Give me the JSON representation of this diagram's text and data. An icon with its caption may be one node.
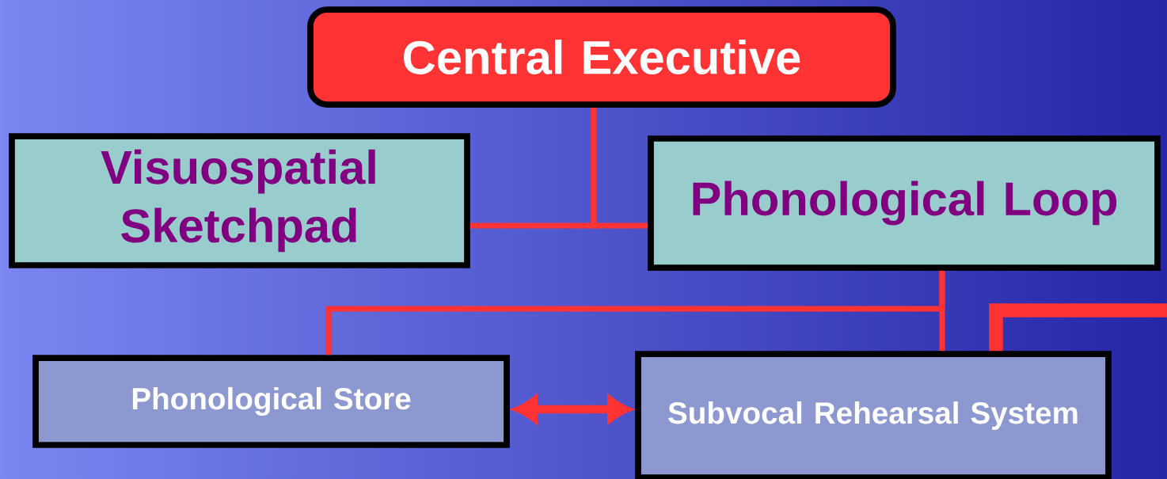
{
  "diagram": {
    "nodes": [
      {
        "text": [
          "Central Executive"
        ]
      },
      {
        "text": [
          "Visuospatial Sketchpad"
        ]
      },
      {
        "text": [
          "Phonological Loop"
        ]
      },
      {
        "text": [
          "Phonological Store"
        ]
      },
      {
        "text": [
          "Subvocal Rehearsal System"
        ]
      }
    ],
    "edges": [
      {
        "from": 0,
        "to": 1,
        "arrow": "none"
      },
      {
        "from": 0,
        "to": 2,
        "arrow": "none"
      },
      {
        "from": 2,
        "to": 3,
        "arrow": "none"
      },
      {
        "from": 2,
        "to": 4,
        "arrow": "none"
      },
      {
        "from": 3,
        "to": 4,
        "arrow": "both"
      }
    ]
  }
}
